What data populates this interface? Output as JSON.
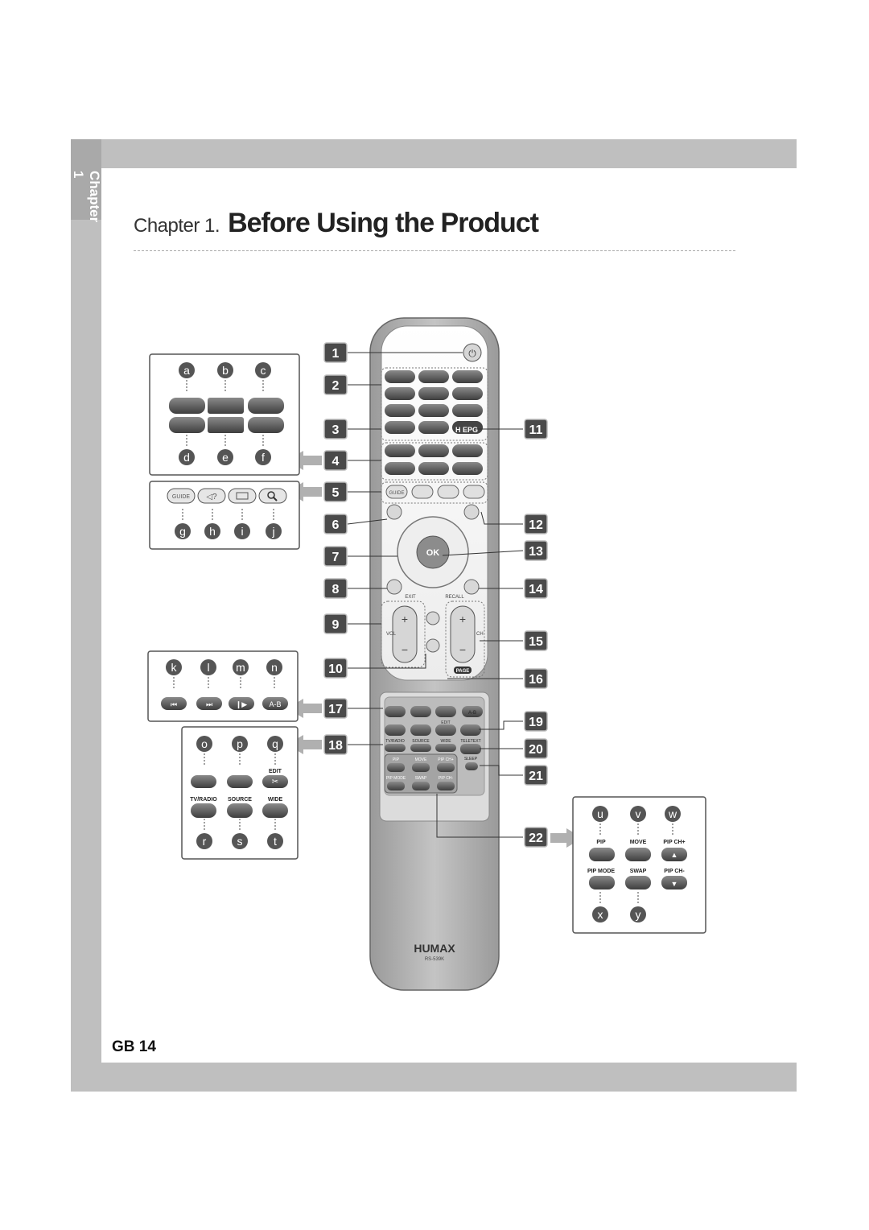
{
  "header": {
    "chapter_tab": "Chapter 1",
    "title_prefix": "Chapter 1.",
    "title": "Before Using the Product"
  },
  "footer": {
    "page_number": "GB 14"
  },
  "remote": {
    "brand": "HUMAX",
    "model": "RS-539K",
    "labels": {
      "epg": "H EPG",
      "guide": "GUIDE",
      "ok": "OK",
      "exit": "EXIT",
      "recall": "RECALL",
      "vol": "VOL",
      "ch": "CH",
      "page": "PAGE",
      "ab": "A-B",
      "edit": "EDIT",
      "tv_radio": "TV/RADIO",
      "source": "SOURCE",
      "wide": "WIDE",
      "teletext": "TELETEXT",
      "sleep": "SLEEP",
      "pip": "PIP",
      "move": "MOVE",
      "pip_ch_up": "PIP CH+",
      "pip_mode": "PIP MODE",
      "swap": "SWAP",
      "pip_ch_down": "PIP CH-"
    }
  },
  "callouts_left": [
    "1",
    "2",
    "3",
    "4",
    "5",
    "6",
    "7",
    "8",
    "9",
    "10",
    "17",
    "18"
  ],
  "callouts_right": [
    "11",
    "12",
    "13",
    "14",
    "15",
    "16",
    "19",
    "20",
    "21",
    "22"
  ],
  "panel_abc": {
    "top_letters": [
      "a",
      "b",
      "c"
    ],
    "bottom_letters": [
      "d",
      "e",
      "f"
    ]
  },
  "panel_ghij": {
    "guide_label": "GUIDE",
    "letters": [
      "g",
      "h",
      "i",
      "j"
    ]
  },
  "panel_klmn": {
    "letters": [
      "k",
      "l",
      "m",
      "n"
    ],
    "ab_label": "A-B"
  },
  "panel_opq": {
    "top_letters": [
      "o",
      "p",
      "q"
    ],
    "edit_label": "EDIT",
    "labels": [
      "TV/RADIO",
      "SOURCE",
      "WIDE"
    ],
    "bottom_letters": [
      "r",
      "s",
      "t"
    ]
  },
  "panel_uvw": {
    "top_letters": [
      "u",
      "v",
      "w"
    ],
    "labels_top": [
      "PIP",
      "MOVE",
      "PIP CH+"
    ],
    "labels_bottom": [
      "PIP MODE",
      "SWAP",
      "PIP CH-"
    ],
    "bottom_letters": [
      "x",
      "y"
    ]
  }
}
